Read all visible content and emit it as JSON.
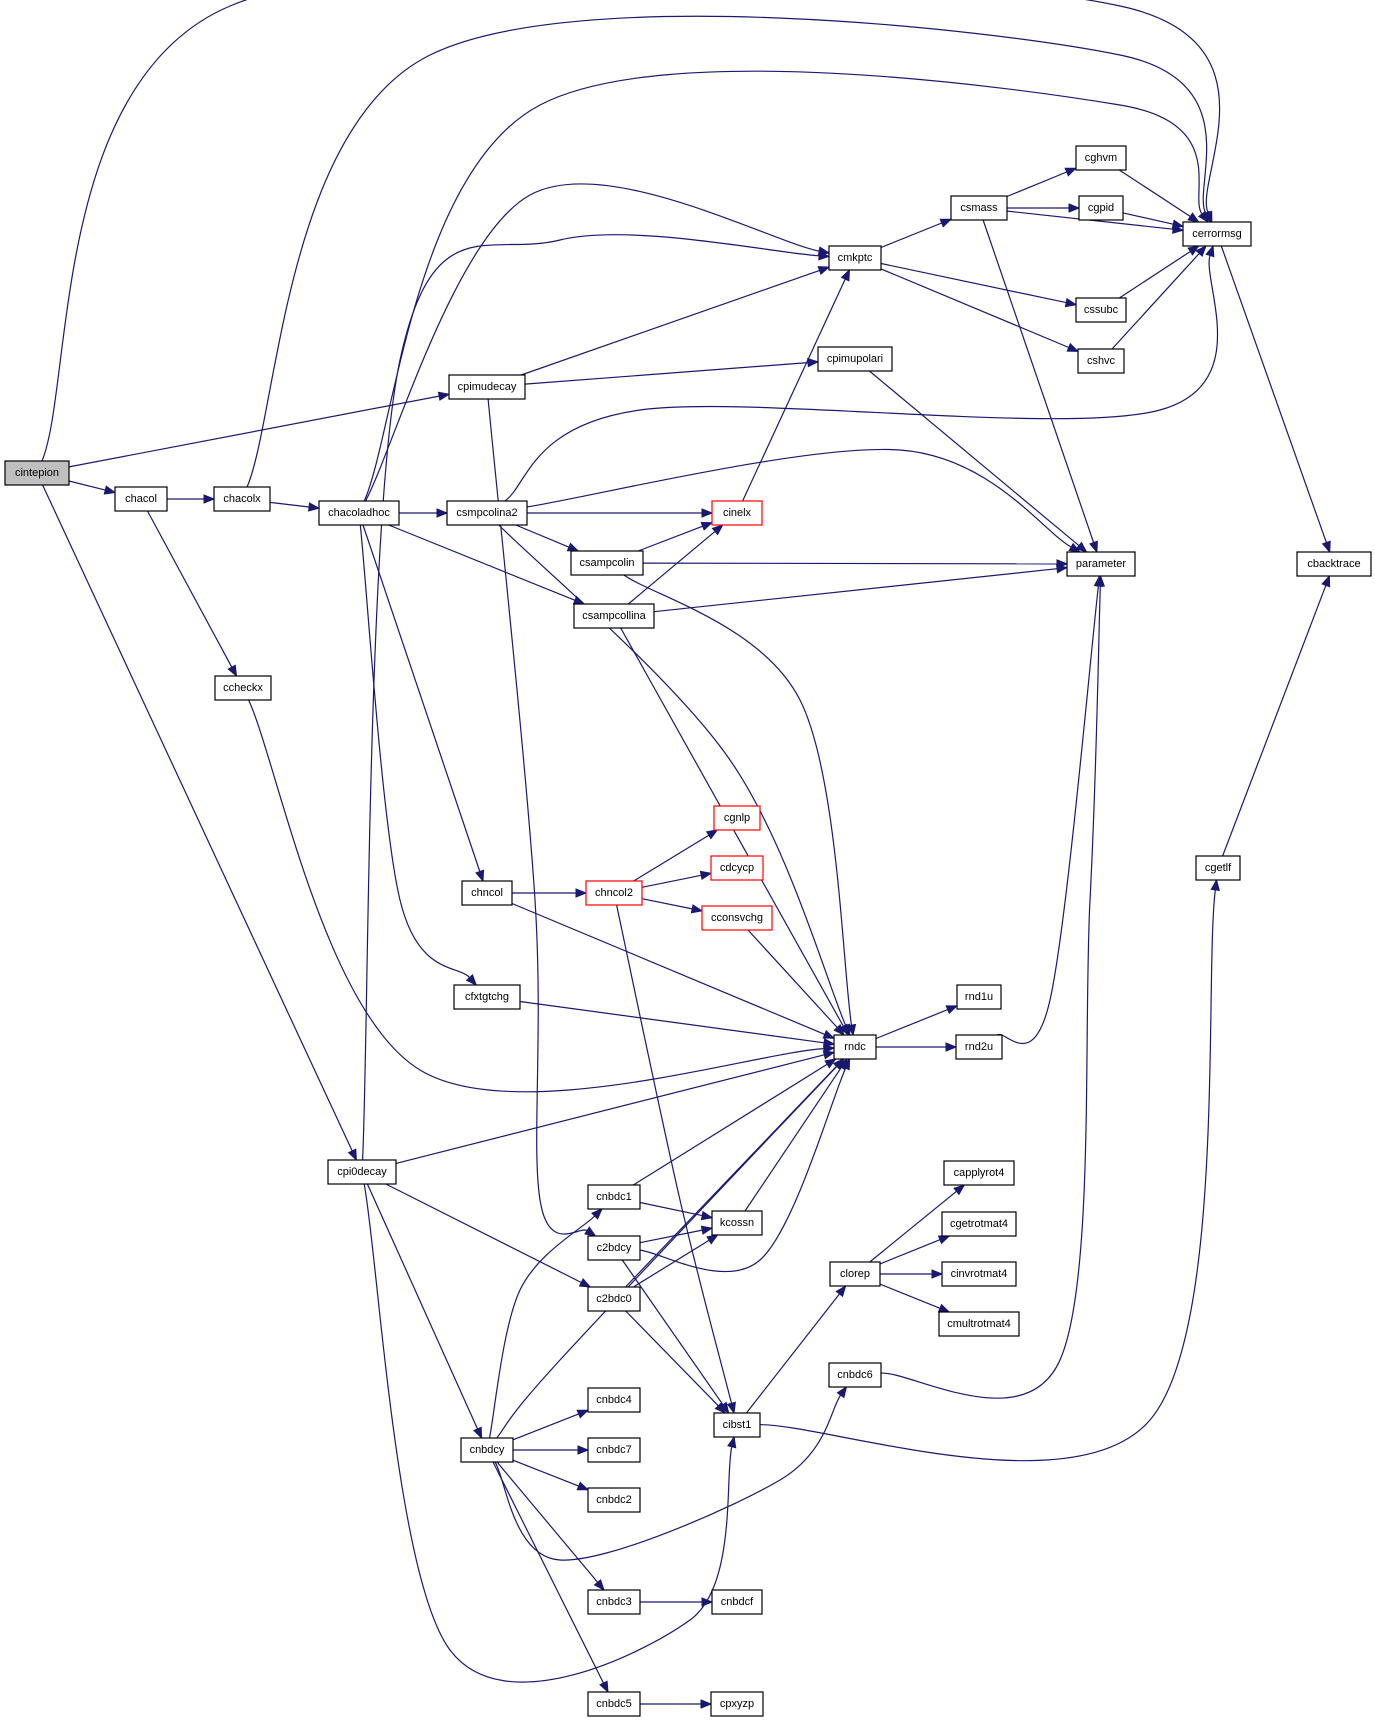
{
  "colors": {
    "edge": "#191970",
    "root_fill": "#bfbfbf",
    "truncated_border": "#ff0000",
    "node_border": "#000000"
  },
  "nodes": [
    {
      "id": "cintepion",
      "label": "cintepion",
      "style": "root"
    },
    {
      "id": "chacol",
      "label": "chacol"
    },
    {
      "id": "chacolx",
      "label": "chacolx"
    },
    {
      "id": "chacoladhoc",
      "label": "chacoladhoc"
    },
    {
      "id": "ccheckx",
      "label": "ccheckx"
    },
    {
      "id": "cpimudecay",
      "label": "cpimudecay"
    },
    {
      "id": "csmpcolina2",
      "label": "csmpcolina2"
    },
    {
      "id": "csampcolin",
      "label": "csampcolin"
    },
    {
      "id": "csampcollina",
      "label": "csampcollina"
    },
    {
      "id": "cinelx",
      "label": "cinelx",
      "style": "red"
    },
    {
      "id": "cmkptc",
      "label": "cmkptc"
    },
    {
      "id": "csmass",
      "label": "csmass"
    },
    {
      "id": "cghvm",
      "label": "cghvm"
    },
    {
      "id": "cgpid",
      "label": "cgpid"
    },
    {
      "id": "cerrormsg",
      "label": "cerrormsg"
    },
    {
      "id": "cssubc",
      "label": "cssubc"
    },
    {
      "id": "cshvc",
      "label": "cshvc"
    },
    {
      "id": "cpimupolari",
      "label": "cpimupolari"
    },
    {
      "id": "parameter",
      "label": "parameter"
    },
    {
      "id": "cbacktrace",
      "label": "cbacktrace"
    },
    {
      "id": "cgetlf",
      "label": "cgetlf"
    },
    {
      "id": "cgnlp",
      "label": "cgnlp",
      "style": "red"
    },
    {
      "id": "cdcycp",
      "label": "cdcycp",
      "style": "red"
    },
    {
      "id": "cconsvchg",
      "label": "cconsvchg",
      "style": "red"
    },
    {
      "id": "chncol",
      "label": "chncol"
    },
    {
      "id": "chncol2",
      "label": "chncol2",
      "style": "red"
    },
    {
      "id": "cfxtgtchg",
      "label": "cfxtgtchg"
    },
    {
      "id": "rndc",
      "label": "rndc"
    },
    {
      "id": "rnd1u",
      "label": "rnd1u"
    },
    {
      "id": "rnd2u",
      "label": "rnd2u"
    },
    {
      "id": "cpi0decay",
      "label": "cpi0decay"
    },
    {
      "id": "cnbdc1",
      "label": "cnbdc1"
    },
    {
      "id": "kcossn",
      "label": "kcossn"
    },
    {
      "id": "c2bdcy",
      "label": "c2bdcy"
    },
    {
      "id": "c2bdc0",
      "label": "c2bdc0"
    },
    {
      "id": "capplyrot4",
      "label": "capplyrot4"
    },
    {
      "id": "cgetrotmat4",
      "label": "cgetrotmat4"
    },
    {
      "id": "clorep",
      "label": "clorep"
    },
    {
      "id": "cinvrotmat4",
      "label": "cinvrotmat4"
    },
    {
      "id": "cmultrotmat4",
      "label": "cmultrotmat4"
    },
    {
      "id": "cnbdc6",
      "label": "cnbdc6"
    },
    {
      "id": "cnbdc4",
      "label": "cnbdc4"
    },
    {
      "id": "cibst1",
      "label": "cibst1"
    },
    {
      "id": "cnbdcy",
      "label": "cnbdcy"
    },
    {
      "id": "cnbdc7",
      "label": "cnbdc7"
    },
    {
      "id": "cnbdc2",
      "label": "cnbdc2"
    },
    {
      "id": "cnbdc3",
      "label": "cnbdc3"
    },
    {
      "id": "cnbdcf",
      "label": "cnbdcf"
    },
    {
      "id": "cnbdc5",
      "label": "cnbdc5"
    },
    {
      "id": "cpxyzp",
      "label": "cpxyzp"
    }
  ],
  "edges": [
    [
      "cintepion",
      "cerrormsg"
    ],
    [
      "cintepion",
      "cpimudecay"
    ],
    [
      "cintepion",
      "chacol"
    ],
    [
      "cintepion",
      "cpi0decay"
    ],
    [
      "chacol",
      "chacolx"
    ],
    [
      "chacol",
      "ccheckx"
    ],
    [
      "chacolx",
      "cerrormsg"
    ],
    [
      "chacolx",
      "chacoladhoc"
    ],
    [
      "chacoladhoc",
      "cerrormsg"
    ],
    [
      "chacoladhoc",
      "cmkptc"
    ],
    [
      "chacoladhoc",
      "csmpcolina2"
    ],
    [
      "chacoladhoc",
      "csampcollina"
    ],
    [
      "chacoladhoc",
      "chncol"
    ],
    [
      "chacoladhoc",
      "cfxtgtchg"
    ],
    [
      "ccheckx",
      "rndc"
    ],
    [
      "cpimudecay",
      "cmkptc"
    ],
    [
      "cpimudecay",
      "cpimupolari"
    ],
    [
      "cpimudecay",
      "c2bdcy"
    ],
    [
      "csmpcolina2",
      "cerrormsg"
    ],
    [
      "csmpcolina2",
      "parameter"
    ],
    [
      "csmpcolina2",
      "cinelx"
    ],
    [
      "csmpcolina2",
      "csampcolin"
    ],
    [
      "csmpcolina2",
      "rndc"
    ],
    [
      "csampcolin",
      "cinelx"
    ],
    [
      "csampcolin",
      "parameter"
    ],
    [
      "csampcolin",
      "rndc"
    ],
    [
      "csampcollina",
      "cinelx"
    ],
    [
      "csampcollina",
      "parameter"
    ],
    [
      "csampcollina",
      "rndc"
    ],
    [
      "cinelx",
      "cmkptc"
    ],
    [
      "cmkptc",
      "csmass"
    ],
    [
      "cmkptc",
      "cssubc"
    ],
    [
      "cmkptc",
      "cshvc"
    ],
    [
      "csmass",
      "cghvm"
    ],
    [
      "csmass",
      "cgpid"
    ],
    [
      "csmass",
      "cerrormsg"
    ],
    [
      "csmass",
      "parameter"
    ],
    [
      "cghvm",
      "cerrormsg"
    ],
    [
      "cgpid",
      "cerrormsg"
    ],
    [
      "cssubc",
      "cerrormsg"
    ],
    [
      "cshvc",
      "cerrormsg"
    ],
    [
      "cpimupolari",
      "parameter"
    ],
    [
      "cerrormsg",
      "cbacktrace"
    ],
    [
      "cgetlf",
      "cbacktrace"
    ],
    [
      "chncol",
      "chncol2"
    ],
    [
      "chncol",
      "rndc"
    ],
    [
      "chncol2",
      "cgnlp"
    ],
    [
      "chncol2",
      "cdcycp"
    ],
    [
      "chncol2",
      "cconsvchg"
    ],
    [
      "chncol2",
      "cibst1"
    ],
    [
      "cconsvchg",
      "rndc"
    ],
    [
      "cfxtgtchg",
      "rndc"
    ],
    [
      "rndc",
      "rnd1u"
    ],
    [
      "rndc",
      "rnd2u"
    ],
    [
      "rnd2u",
      "parameter"
    ],
    [
      "cpi0decay",
      "cmkptc"
    ],
    [
      "cpi0decay",
      "rndc"
    ],
    [
      "cpi0decay",
      "c2bdc0"
    ],
    [
      "cpi0decay",
      "cnbdcy"
    ],
    [
      "cpi0decay",
      "cibst1"
    ],
    [
      "cnbdc1",
      "rndc"
    ],
    [
      "cnbdc1",
      "kcossn"
    ],
    [
      "c2bdcy",
      "kcossn"
    ],
    [
      "c2bdcy",
      "rndc"
    ],
    [
      "c2bdcy",
      "cibst1"
    ],
    [
      "c2bdc0",
      "kcossn"
    ],
    [
      "c2bdc0",
      "rndc"
    ],
    [
      "c2bdc0",
      "cibst1"
    ],
    [
      "kcossn",
      "rndc"
    ],
    [
      "clorep",
      "capplyrot4"
    ],
    [
      "clorep",
      "cgetrotmat4"
    ],
    [
      "clorep",
      "cinvrotmat4"
    ],
    [
      "clorep",
      "cmultrotmat4"
    ],
    [
      "cibst1",
      "clorep"
    ],
    [
      "cibst1",
      "cgetlf"
    ],
    [
      "cnbdc6",
      "parameter"
    ],
    [
      "cnbdcy",
      "cnbdc1"
    ],
    [
      "cnbdcy",
      "rndc"
    ],
    [
      "cnbdcy",
      "cnbdc4"
    ],
    [
      "cnbdcy",
      "cnbdc7"
    ],
    [
      "cnbdcy",
      "cnbdc2"
    ],
    [
      "cnbdcy",
      "cnbdc6"
    ],
    [
      "cnbdcy",
      "cnbdc3"
    ],
    [
      "cnbdcy",
      "cnbdc5"
    ],
    [
      "cnbdc3",
      "cnbdcf"
    ],
    [
      "cnbdc5",
      "cpxyzp"
    ]
  ]
}
